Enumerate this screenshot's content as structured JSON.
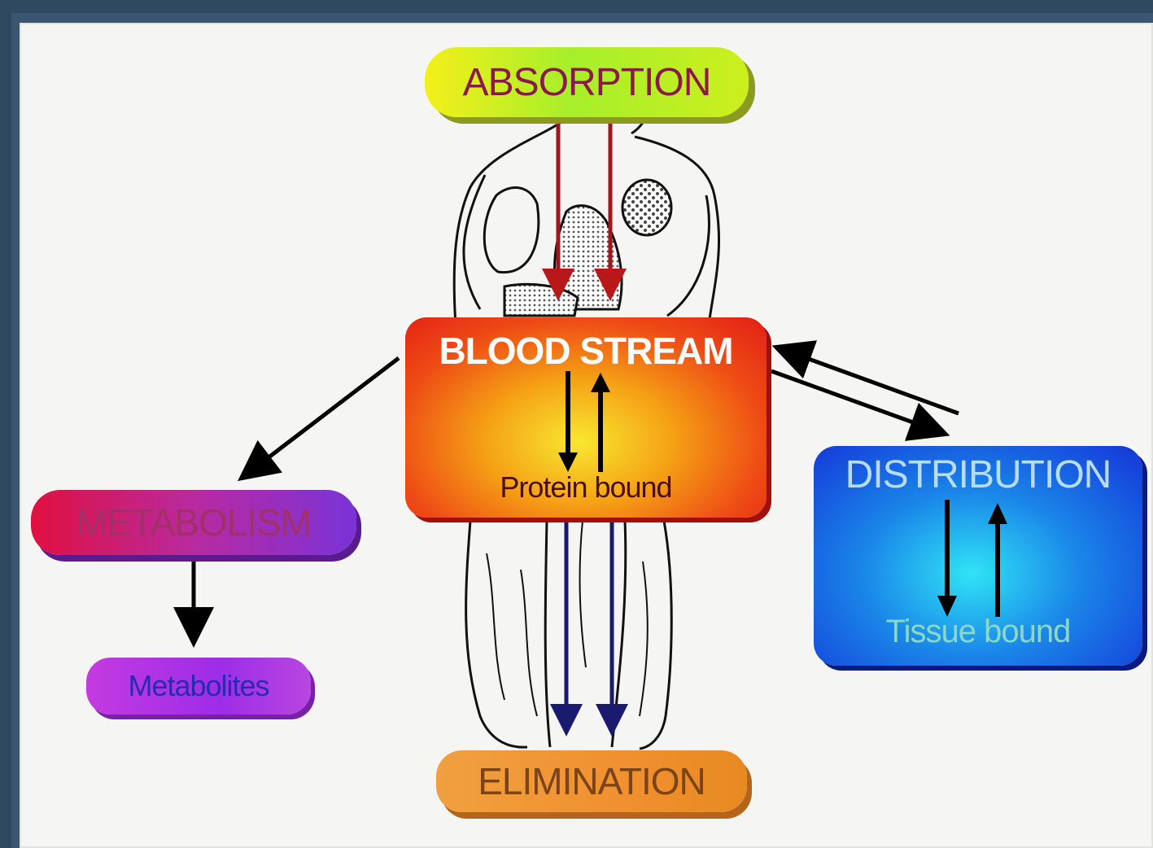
{
  "nodes": {
    "absorption": "ABSORPTION",
    "blood_stream": "BLOOD STREAM",
    "protein_bound": "Protein bound",
    "distribution": "DISTRIBUTION",
    "tissue_bound": "Tissue bound",
    "metabolism": "METABOLISM",
    "metabolites": "Metabolites",
    "elimination": "ELIMINATION"
  },
  "colors": {
    "absorption_fill": "#a6ef2a",
    "blood_stream_fill": "#ee4a15",
    "distribution_fill": "#1a86e8",
    "metabolism_fill": "#b82aa0",
    "metabolites_fill": "#9d2de8",
    "elimination_fill": "#f09030",
    "absorption_arrow": "#a01818",
    "elimination_arrow": "#1a1a6e"
  }
}
